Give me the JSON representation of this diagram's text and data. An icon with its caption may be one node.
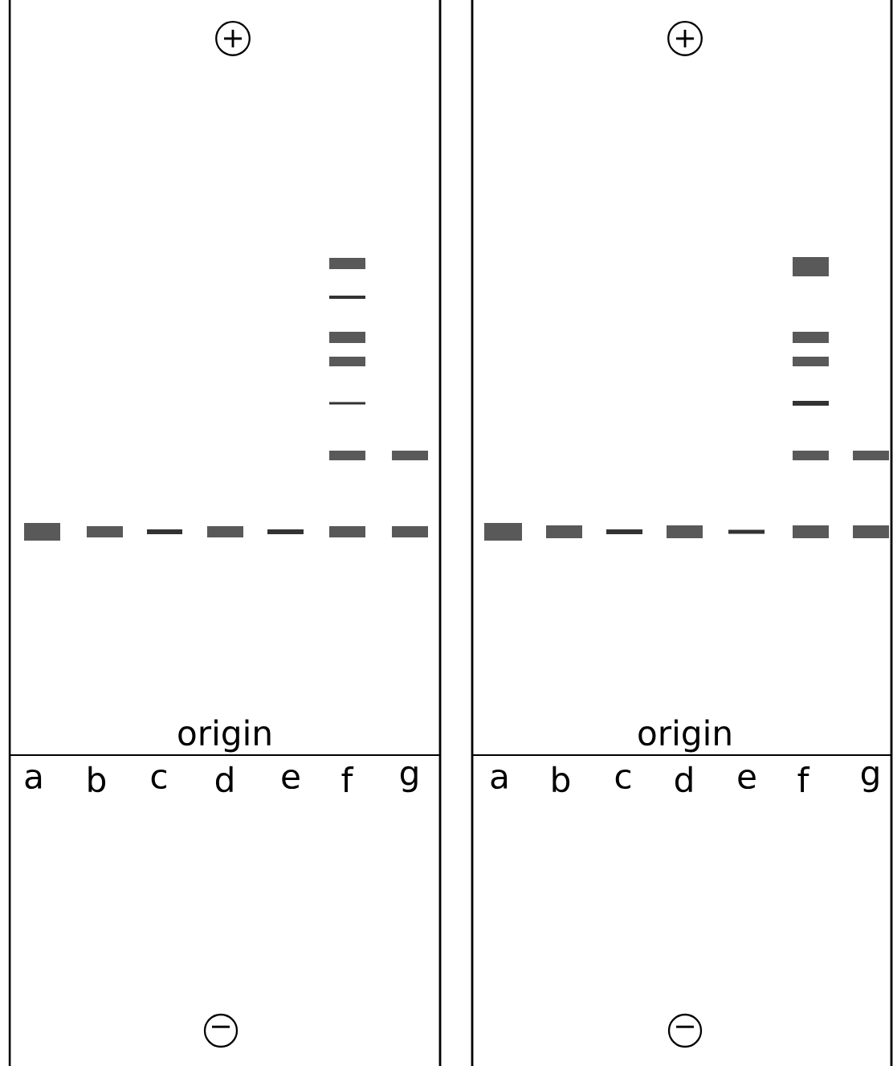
{
  "diagram": {
    "labels": [
      "+",
      "+",
      "origin",
      "origin",
      "a",
      "b",
      "c",
      "d",
      "e",
      "f",
      "g",
      "a",
      "b",
      "c",
      "d",
      "e",
      "f",
      "g",
      "−",
      "−"
    ]
  }
}
